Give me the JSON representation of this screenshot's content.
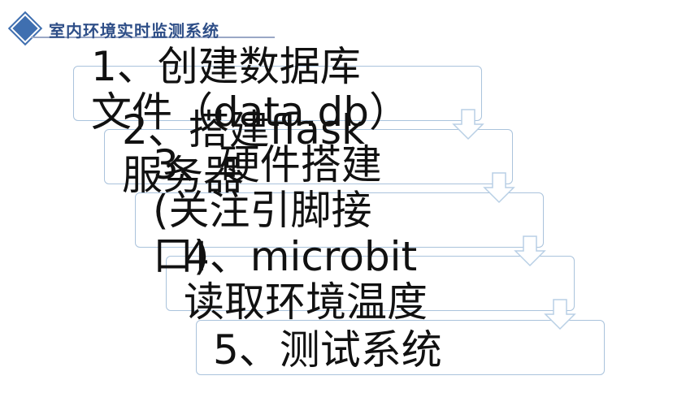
{
  "header": {
    "title": "室内环境实时监测系统"
  },
  "steps": [
    {
      "label": "1、创建数据库\n文件（data.db）"
    },
    {
      "label": "2、搭建flask\n服务器"
    },
    {
      "label": "3、硬件搭建\n(关注引脚接\n口)"
    },
    {
      "label": "4、microbit\n读取环境温度"
    },
    {
      "label": "5、测试系统"
    }
  ],
  "colors": {
    "accent": "#3f6fb0",
    "box_border": "#aac3dc",
    "arrow": "#b8cfe5"
  }
}
